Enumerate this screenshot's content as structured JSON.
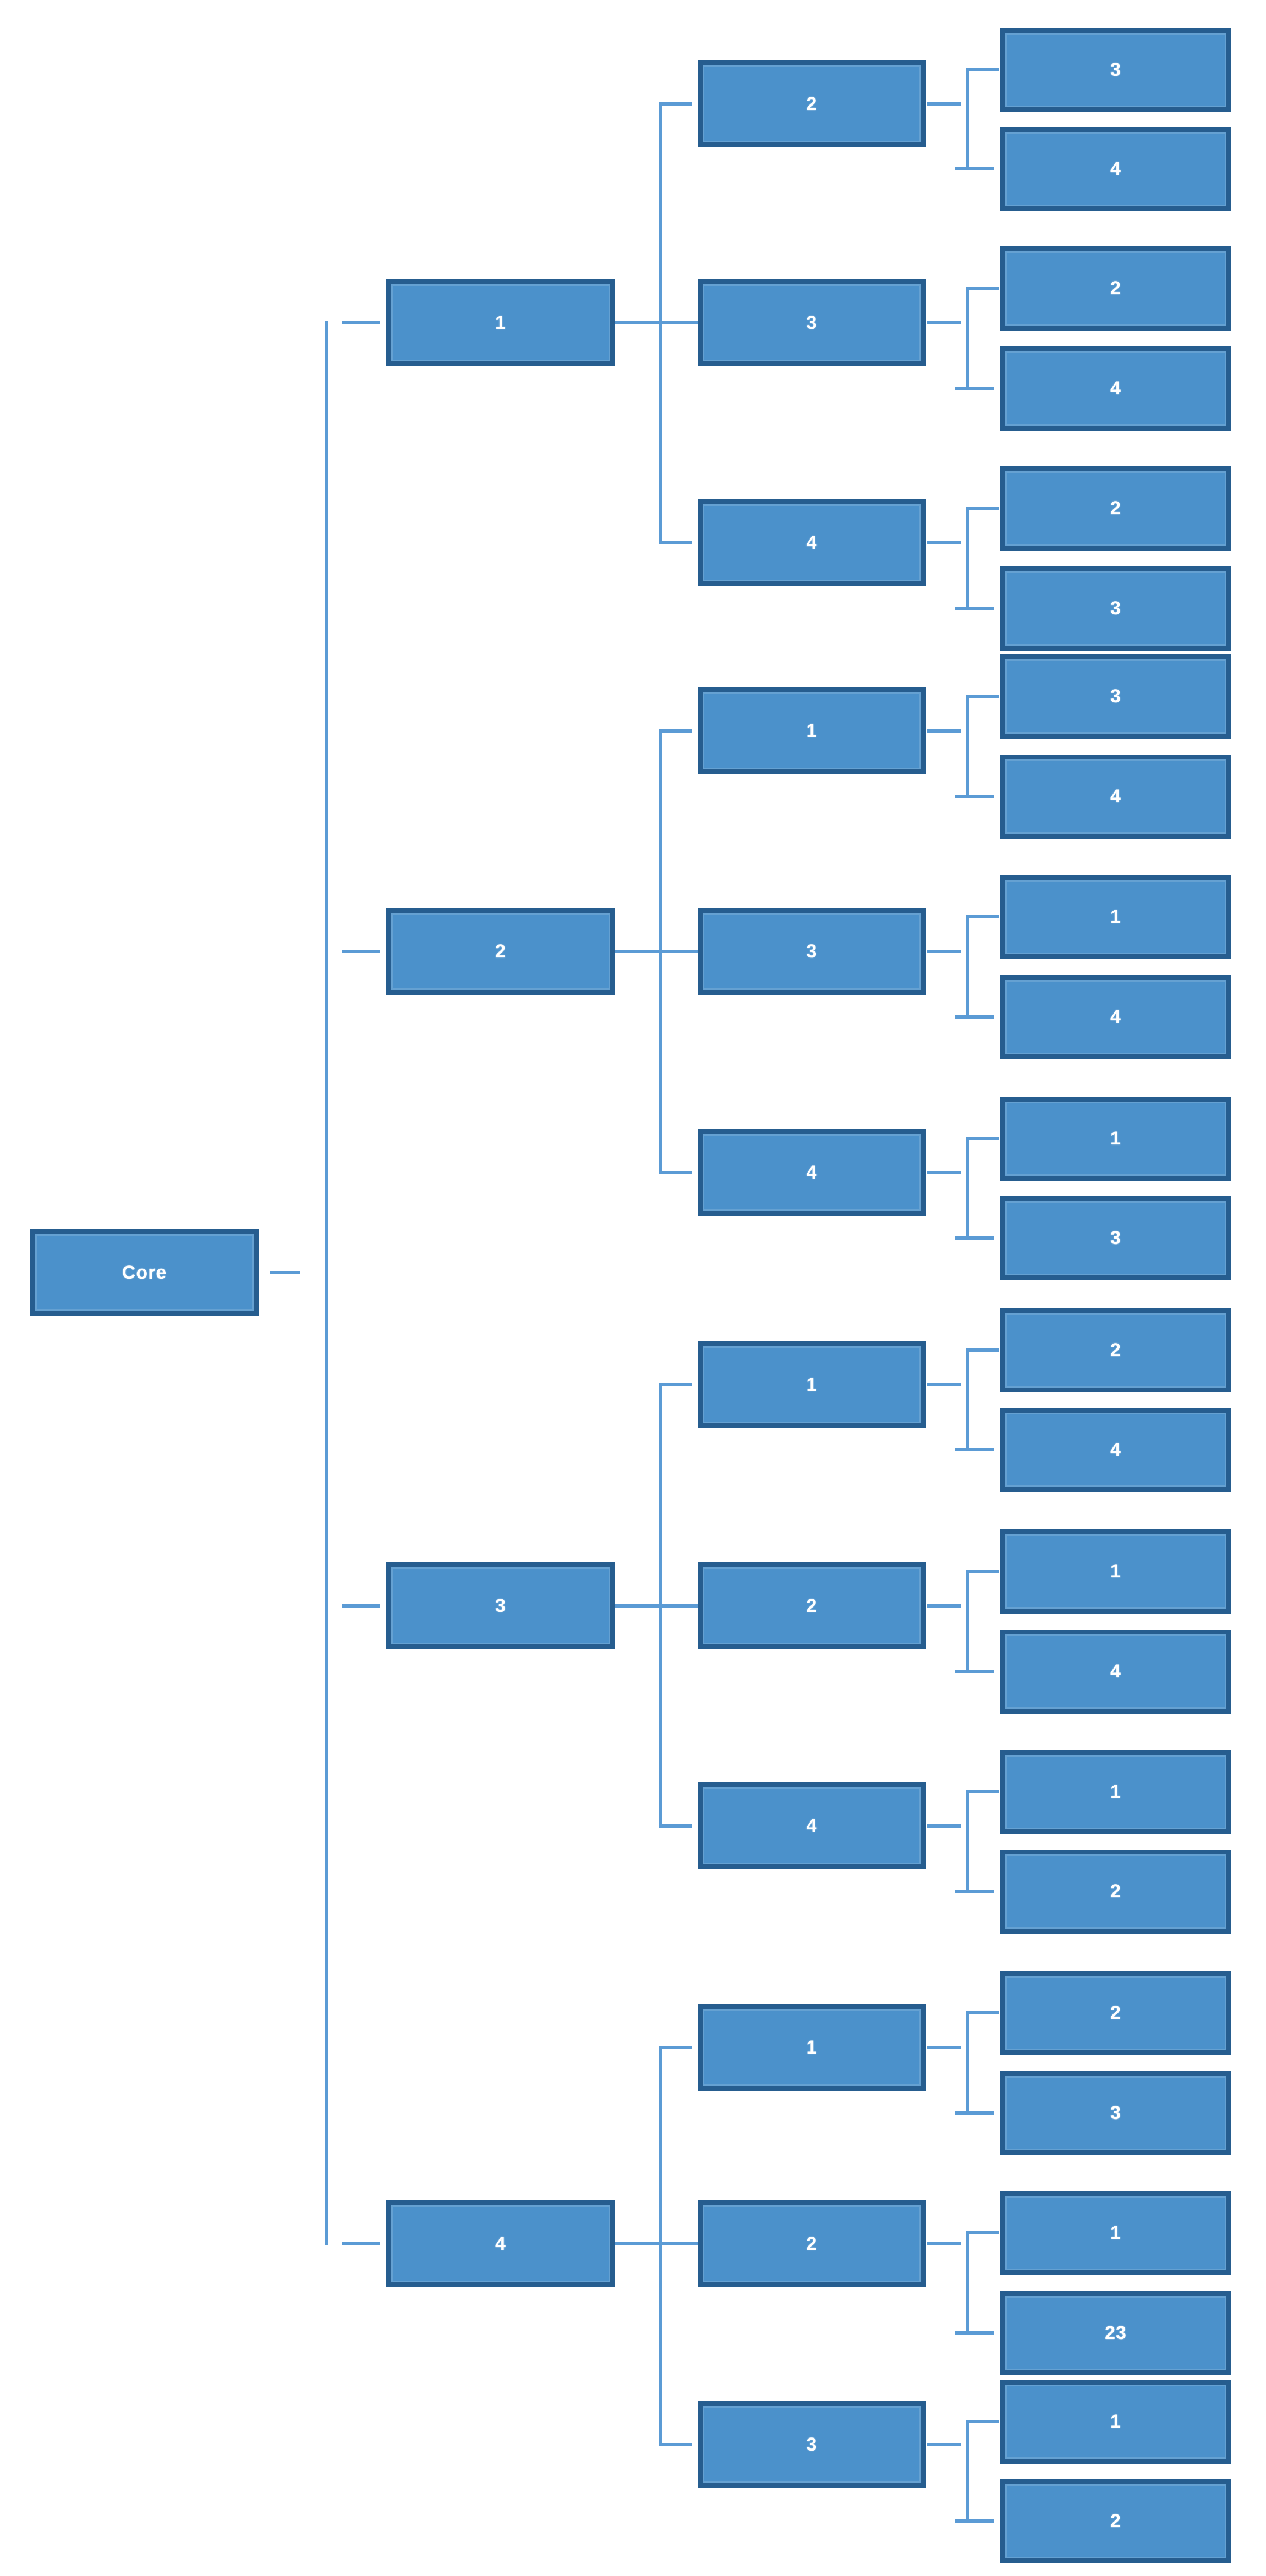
{
  "diagram": {
    "type": "horizontal-hierarchy-tree",
    "root": {
      "label": "Core"
    },
    "groups": [
      {
        "label": "1",
        "children": [
          {
            "label": "2",
            "leaves": [
              {
                "label": "3"
              },
              {
                "label": "4"
              }
            ]
          },
          {
            "label": "3",
            "leaves": [
              {
                "label": "2"
              },
              {
                "label": "4"
              }
            ]
          },
          {
            "label": "4",
            "leaves": [
              {
                "label": "2"
              },
              {
                "label": "3"
              }
            ]
          }
        ]
      },
      {
        "label": "2",
        "children": [
          {
            "label": "1",
            "leaves": [
              {
                "label": "3"
              },
              {
                "label": "4"
              }
            ]
          },
          {
            "label": "3",
            "leaves": [
              {
                "label": "1"
              },
              {
                "label": "4"
              }
            ]
          },
          {
            "label": "4",
            "leaves": [
              {
                "label": "1"
              },
              {
                "label": "3"
              }
            ]
          }
        ]
      },
      {
        "label": "3",
        "children": [
          {
            "label": "1",
            "leaves": [
              {
                "label": "2"
              },
              {
                "label": "4"
              }
            ]
          },
          {
            "label": "2",
            "leaves": [
              {
                "label": "1"
              },
              {
                "label": "4"
              }
            ]
          },
          {
            "label": "4",
            "leaves": [
              {
                "label": "1"
              },
              {
                "label": "2"
              }
            ]
          }
        ]
      },
      {
        "label": "4",
        "children": [
          {
            "label": "1",
            "leaves": [
              {
                "label": "2"
              },
              {
                "label": "3"
              }
            ]
          },
          {
            "label": "2",
            "leaves": [
              {
                "label": "1"
              },
              {
                "label": "23"
              }
            ]
          },
          {
            "label": "3",
            "leaves": [
              {
                "label": "1"
              },
              {
                "label": "2"
              }
            ]
          }
        ]
      }
    ],
    "colors": {
      "node_fill": "#4b91cb",
      "node_border": "#265d8f",
      "connector": "#5b9bd5",
      "label_text": "#ffffff",
      "background": "#ffffff"
    }
  }
}
